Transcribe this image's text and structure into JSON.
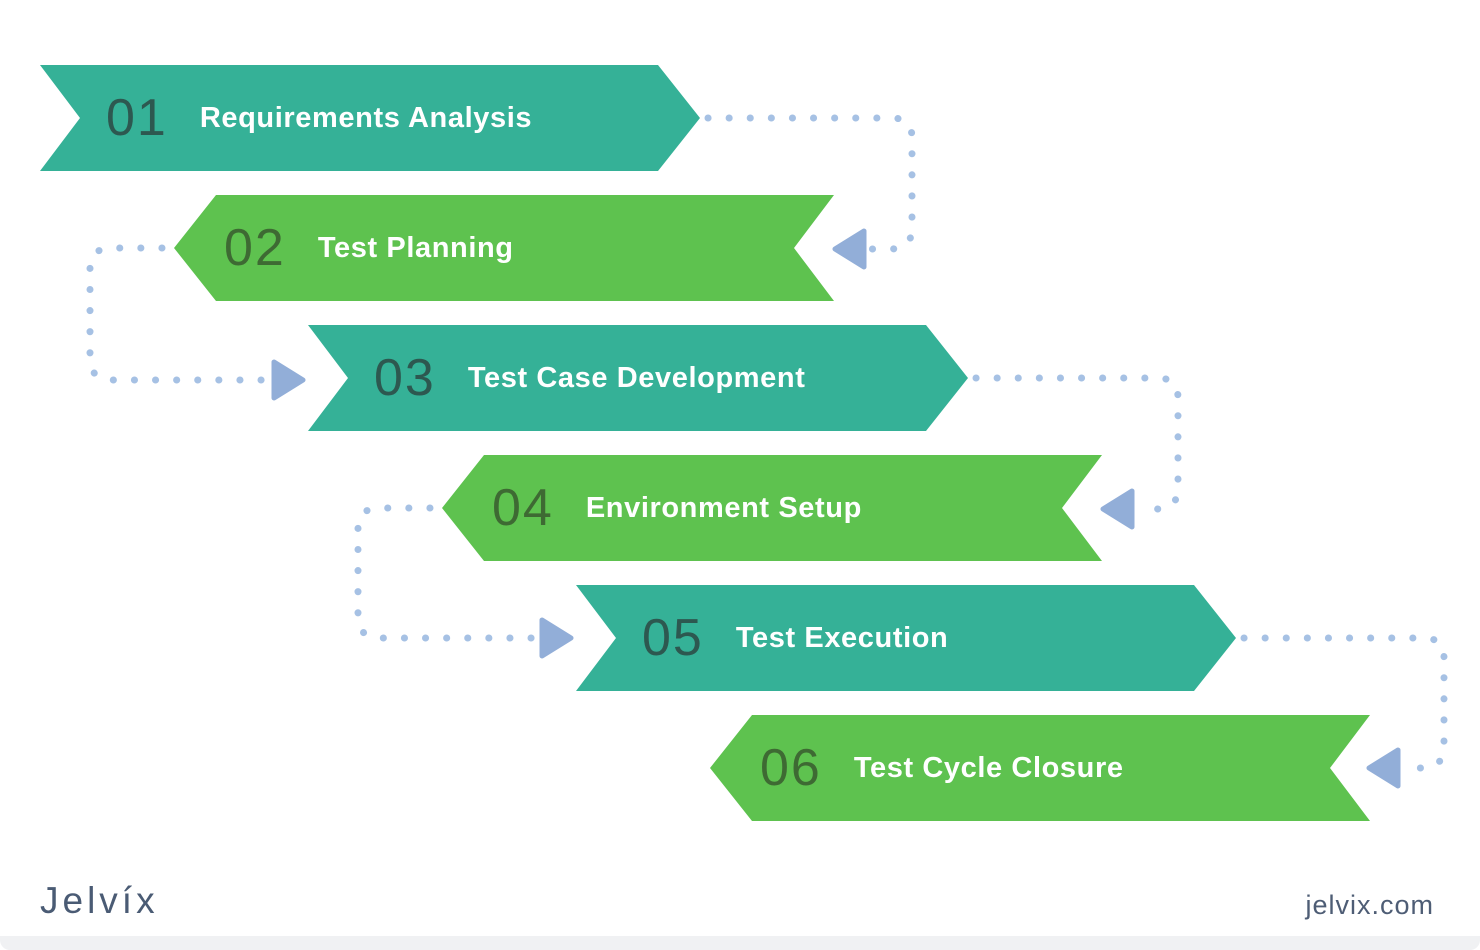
{
  "colors": {
    "background": "#ffffff",
    "teal": "#35b197",
    "green": "#5ec24f",
    "label_text": "#ffffff",
    "number_on_teal": "#2d5850",
    "number_on_green": "#3e6a33",
    "connector_dot": "#a6c1e4",
    "connector_arrow": "#92aed8",
    "logo": "#4a5b74",
    "website": "#4e5d75",
    "bottom_strip": "#f0f1f3"
  },
  "diagram": {
    "steps": [
      {
        "number": "01",
        "label": "Requirements Analysis",
        "color": "#35b197",
        "number_color": "#2d5850"
      },
      {
        "number": "02",
        "label": "Test Planning",
        "color": "#5ec24f",
        "number_color": "#3e6a33"
      },
      {
        "number": "03",
        "label": "Test Case Development",
        "color": "#35b197",
        "number_color": "#2d5850"
      },
      {
        "number": "04",
        "label": "Environment Setup",
        "color": "#5ec24f",
        "number_color": "#3e6a33"
      },
      {
        "number": "05",
        "label": "Test Execution",
        "color": "#35b197",
        "number_color": "#2d5850"
      },
      {
        "number": "06",
        "label": "Test Cycle Closure",
        "color": "#5ec24f",
        "number_color": "#3e6a33"
      }
    ]
  },
  "footer": {
    "logo_text": "Jelvíx",
    "website": "jelvix.com"
  }
}
